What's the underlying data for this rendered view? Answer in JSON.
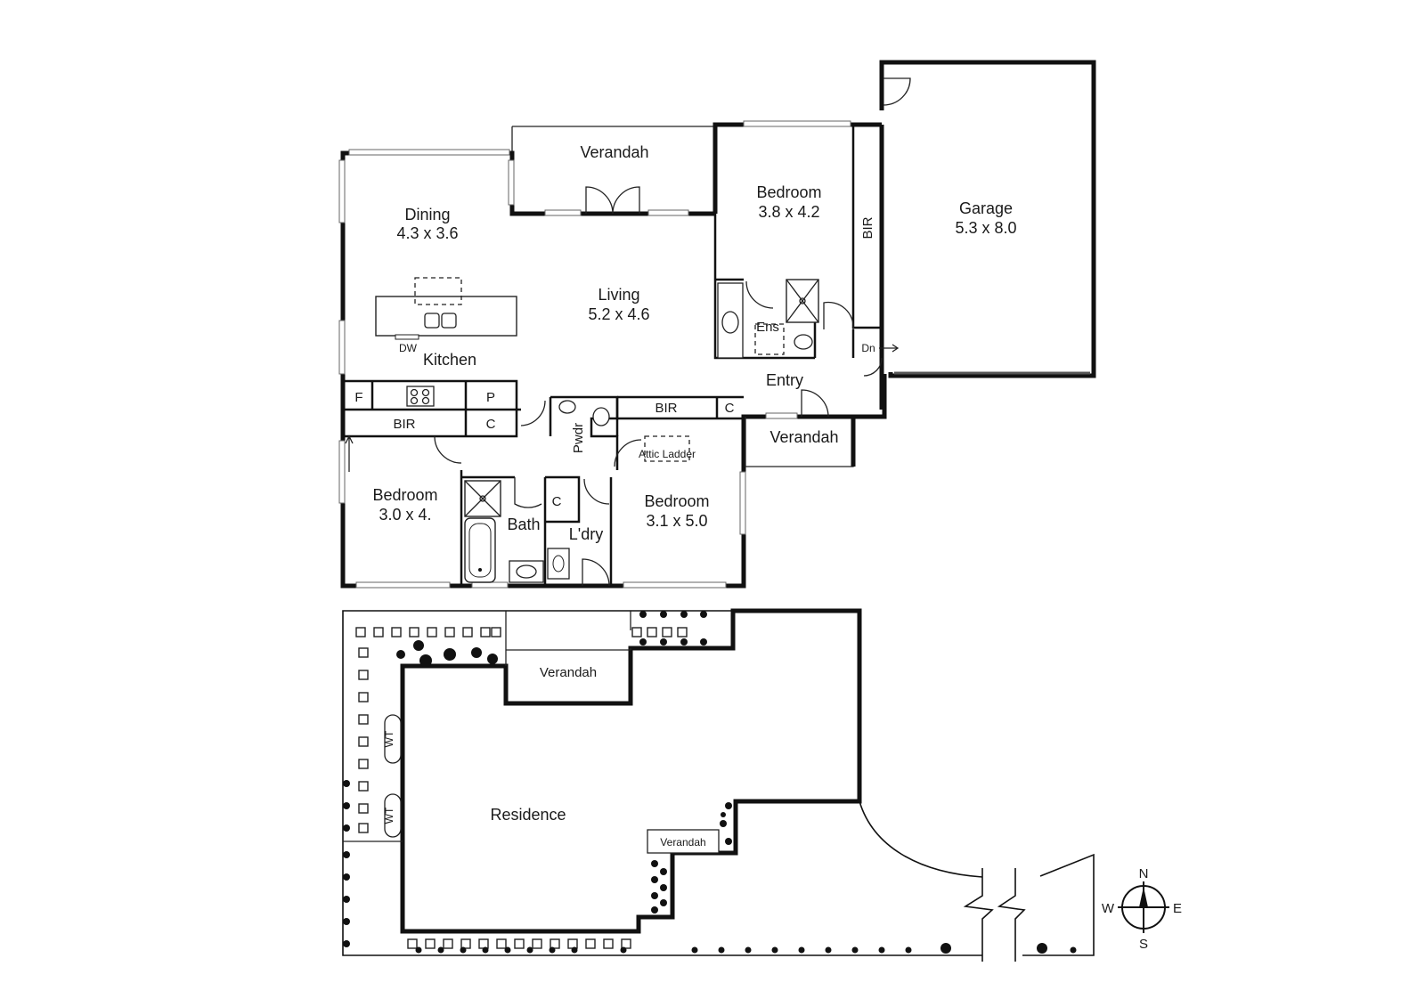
{
  "floor_plan": {
    "rooms": {
      "verandah_top": "Verandah",
      "dining_label": "Dining",
      "dining_size": "4.3 x 3.6",
      "living_label": "Living",
      "living_size": "5.2 x 4.6",
      "kitchen_label": "Kitchen",
      "dw": "DW",
      "bedroom1_label": "Bedroom",
      "bedroom1_size": "3.8 x 4.2",
      "bir_vertical": "BIR",
      "ens": "Ens",
      "garage_label": "Garage",
      "garage_size": "5.3 x 8.0",
      "dn": "Dn",
      "entry_label": "Entry",
      "f": "F",
      "p": "P",
      "bir_left": "BIR",
      "c_left": "C",
      "pwdr": "Pwdr",
      "bir_mid": "BIR",
      "c_mid": "C",
      "verandah_entry": "Verandah",
      "attic_ladder": "Attic Ladder",
      "bedroom2_label": "Bedroom",
      "bedroom2_size": "3.0 x 4.",
      "bath_label": "Bath",
      "c_laundry": "C",
      "laundry_label": "L'dry",
      "bedroom3_label": "Bedroom",
      "bedroom3_size": "3.1 x 5.0"
    }
  },
  "site_plan": {
    "verandah_rear": "Verandah",
    "residence": "Residence",
    "verandah_small": "Verandah",
    "wt1": "WT",
    "wt2": "WT"
  },
  "compass": {
    "n": "N",
    "e": "E",
    "s": "S",
    "w": "W"
  }
}
